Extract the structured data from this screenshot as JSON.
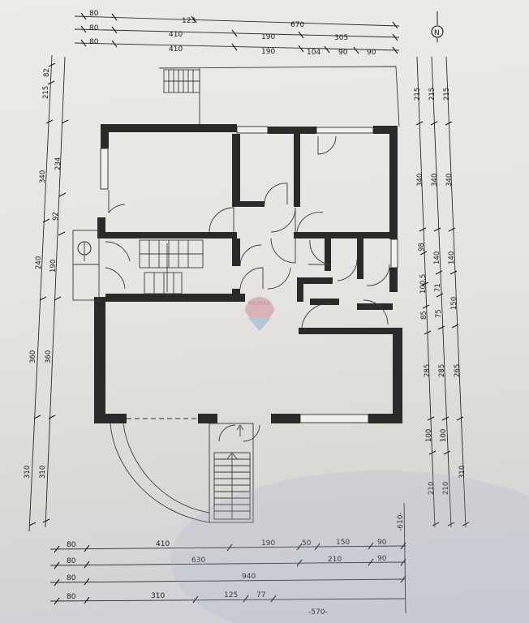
{
  "compass": {
    "label": "N"
  },
  "watermark": {
    "letters": "RE/MAX"
  },
  "top_dims": {
    "row1": [
      "80",
      "123",
      "670"
    ],
    "row2": [
      "80",
      "410",
      "190",
      "305"
    ],
    "row3": [
      "80",
      "410",
      "190",
      "104",
      "90",
      "90"
    ]
  },
  "bottom_dims": {
    "row1": [
      "80",
      "410",
      "190",
      "50",
      "150",
      "90",
      "-610-"
    ],
    "row2": [
      "80",
      "630",
      "210",
      "90"
    ],
    "row3": [
      "80",
      "940"
    ],
    "row4": [
      "80",
      "310",
      "125",
      "77",
      "-570-"
    ]
  },
  "left_dims": {
    "col_outer": [
      "82",
      "215",
      "340",
      "240",
      "360",
      "310"
    ],
    "col_inner": [
      "234",
      "92",
      "190",
      "360",
      "310"
    ]
  },
  "right_dims": {
    "col1": [
      "215",
      "340",
      "98",
      "100.5",
      "85",
      "285",
      "100",
      "210"
    ],
    "col2": [
      "215",
      "340",
      "140",
      "71",
      "75",
      "285",
      "100",
      "210"
    ],
    "col3": [
      "215",
      "340",
      "140",
      "150",
      "265",
      "310"
    ]
  }
}
